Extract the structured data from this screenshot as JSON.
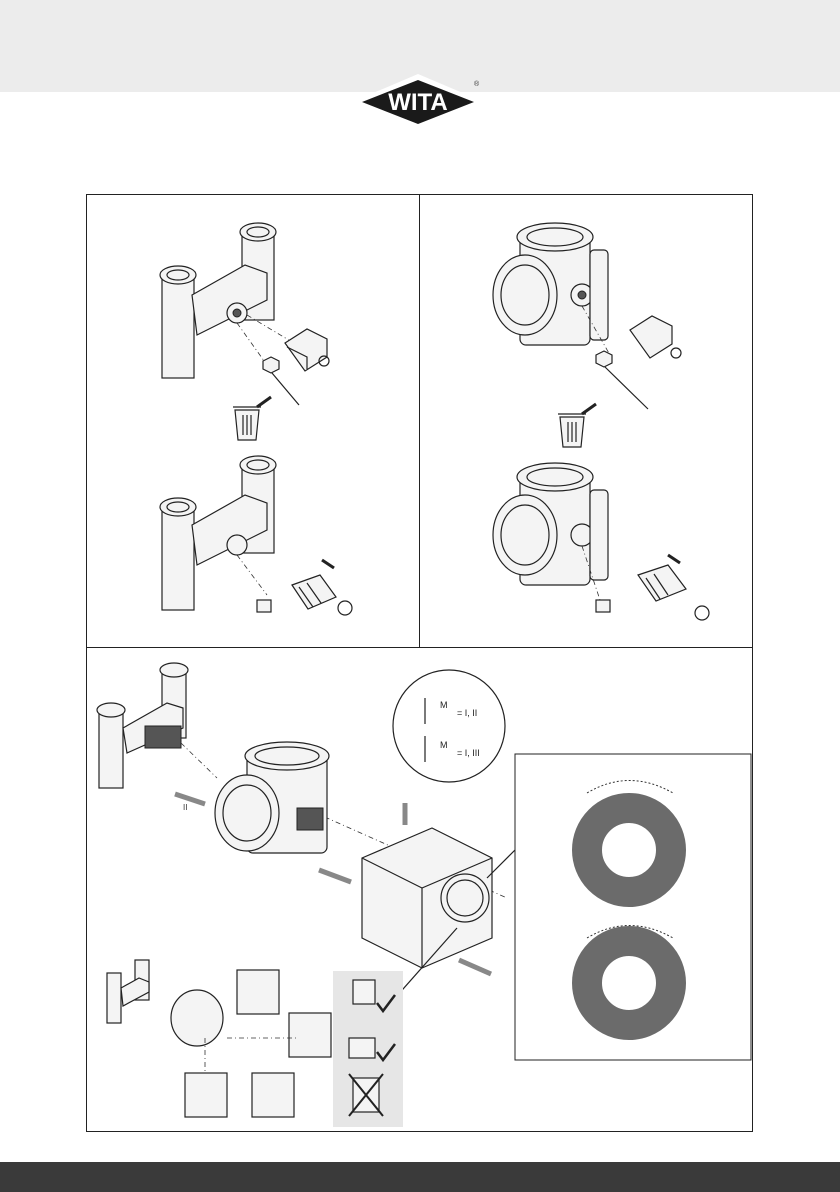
{
  "brand": {
    "logo_text": "WITA",
    "registered_mark": "®",
    "colors": {
      "logo_bg": "#1a1a1a",
      "logo_text": "#ffffff",
      "top_band": "#ececec",
      "bottom_bar": "#3a3a3a",
      "ring": "#6b6b6b"
    }
  },
  "steps": {
    "step1": {
      "icons": [
        "mixer-valve-icon",
        "knob-icon",
        "nut-icon",
        "screw-icon",
        "trash-bin-icon"
      ]
    },
    "step2": {
      "icons": [
        "mixer-valve-icon",
        "adapter-icon",
        "coupling-icon"
      ]
    }
  },
  "assembly": {
    "flow_labels": {
      "motor_label": "M",
      "ports_a": "= I, II",
      "ports_b": "= I, III",
      "arrow_label": "II"
    },
    "orientation_icons": [
      "actuator-upright-ok-icon",
      "actuator-side-ok-icon",
      "actuator-upside-down-not-ok-icon"
    ]
  }
}
